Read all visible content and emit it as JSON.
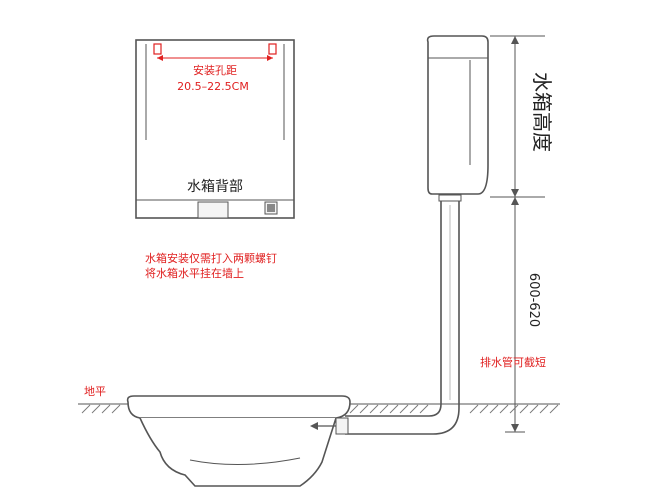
{
  "tank_back": {
    "hole_spacing_label": "安装孔距",
    "hole_spacing_value": "20.5–22.5CM",
    "caption": "水箱背部"
  },
  "install_note": {
    "line1": "水箱安装仅需打入两颗螺钉",
    "line2": "将水箱水平挂在墙上"
  },
  "dimensions": {
    "tank_height": "水箱高度",
    "pipe_height": "600-620"
  },
  "pipe_note": "排水管可截短",
  "floor_label": "地平",
  "colors": {
    "accent": "#e02020",
    "line": "#555555"
  }
}
